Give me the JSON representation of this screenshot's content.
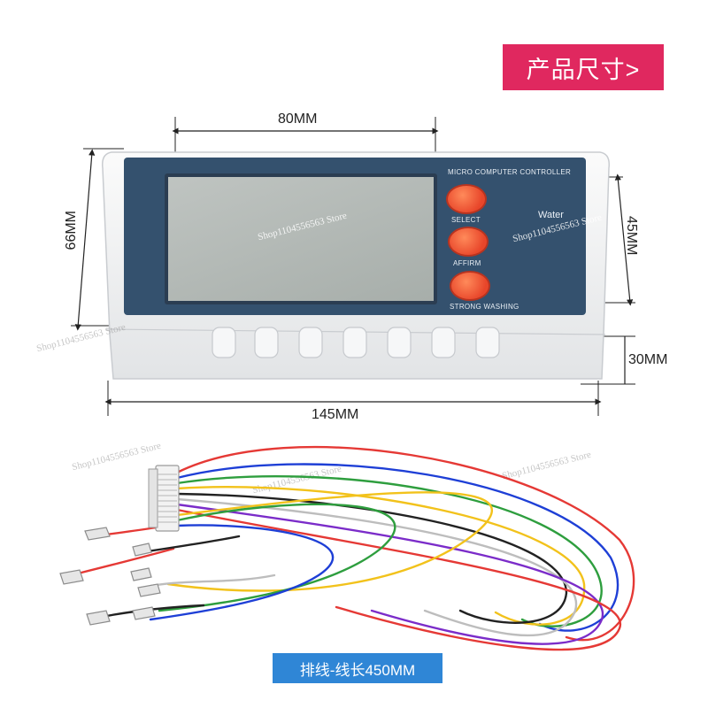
{
  "banner": {
    "text": "产品尺寸>"
  },
  "dimensions": {
    "width_lcd": "80MM",
    "height_total": "66MM",
    "height_panel": "45MM",
    "depth": "30MM",
    "width_total": "145MM"
  },
  "device": {
    "header": "MICRO COMPUTER CONTROLLER",
    "buttons": [
      "SELECT",
      "AFFIRM",
      "STRONG WASHING"
    ],
    "brand": "Water"
  },
  "watermarks": [
    "Shop1104556563 Store",
    "Shop1104556563 Store",
    "Shop1104556563 Store",
    "Shop1104556563 Store",
    "Shop1104556563 Store",
    "Shop1104556563 Store"
  ],
  "cable": {
    "caption": "排线-线长450MM"
  },
  "colors": {
    "banner": "#e0285f",
    "panel": "#34516e",
    "button": "#e8462a",
    "caption": "#2f86d6"
  }
}
